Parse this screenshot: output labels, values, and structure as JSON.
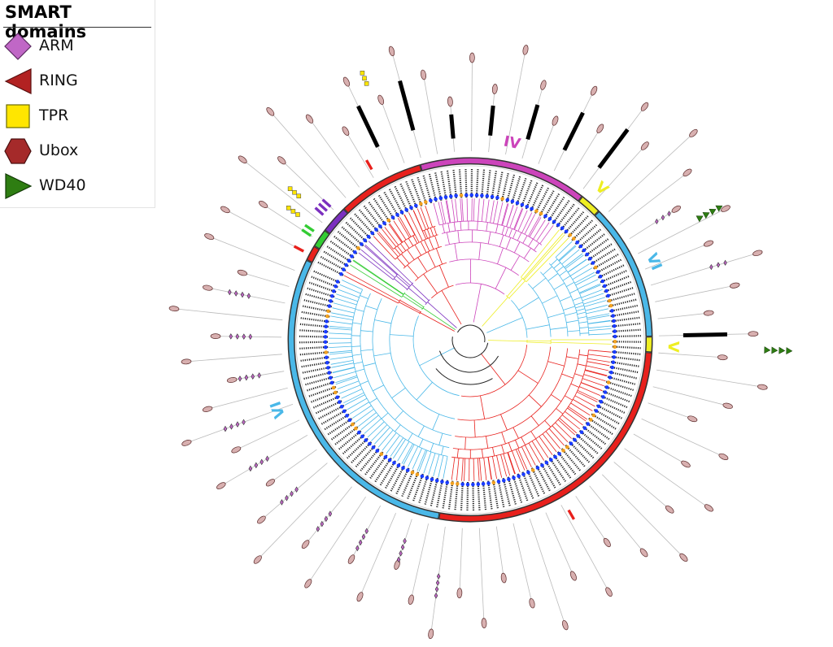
{
  "legend": {
    "title": "SMART domains",
    "items": [
      {
        "label": "ARM",
        "shape": "diamond",
        "color": "#c067c6",
        "icon": "arm-diamond-icon"
      },
      {
        "label": "RING",
        "shape": "triangle-left",
        "color": "#b22222",
        "icon": "ring-triangle-icon"
      },
      {
        "label": "TPR",
        "shape": "square",
        "color": "#ffe600",
        "icon": "tpr-square-icon"
      },
      {
        "label": "Ubox",
        "shape": "hexagon",
        "color": "#a52a2a",
        "icon": "ubox-hexagon-icon"
      },
      {
        "label": "WD40",
        "shape": "triangle-right",
        "color": "#2e7d12",
        "icon": "wd40-triangle-icon"
      }
    ]
  },
  "clades": [
    {
      "label": "I",
      "color": "#e8201c"
    },
    {
      "label": "II",
      "color": "#33cc33"
    },
    {
      "label": "III",
      "color": "#7b2fbf"
    },
    {
      "label": "I",
      "color": "#e8201c"
    },
    {
      "label": "IV",
      "color": "#cc44bb"
    },
    {
      "label": "V",
      "color": "#eeee22"
    },
    {
      "label": "VI",
      "color": "#4ab8e8"
    },
    {
      "label": "V",
      "color": "#eeee22"
    },
    {
      "label": "I",
      "color": "#e8201c"
    },
    {
      "label": "VI",
      "color": "#4ab8e8"
    }
  ],
  "colors": {
    "branch_default": "#222222",
    "leaf_dot": "#1a3cff",
    "leaf_dot_alt": "#f0a020",
    "gene_line": "#bbbbbb",
    "ubox_fill": "#d8b0b0"
  }
}
